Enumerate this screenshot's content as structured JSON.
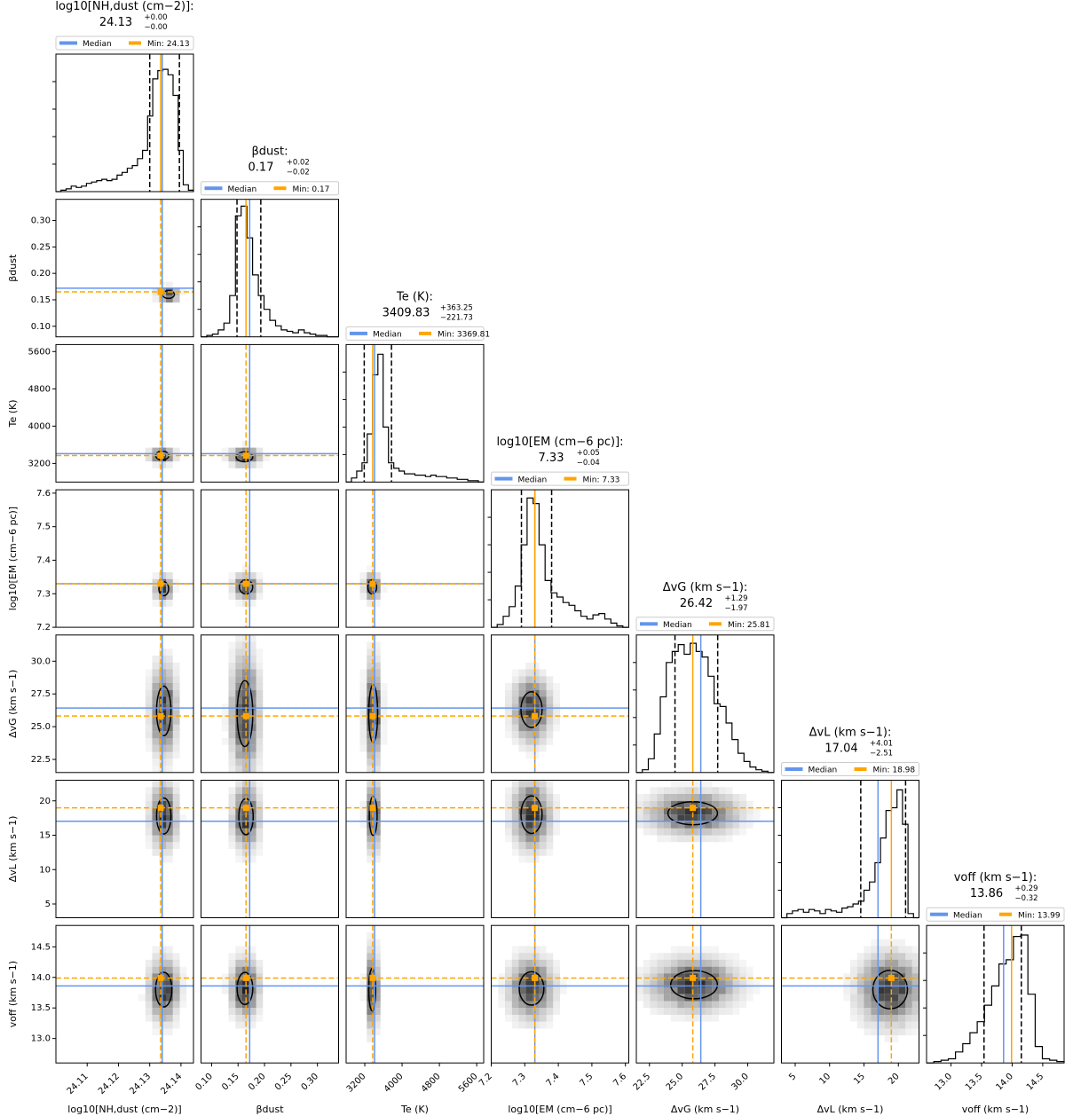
{
  "chart_data": {
    "type": "corner",
    "colors": {
      "median": "#6495ED",
      "min": "#FFA500",
      "quantile": "#000000",
      "contour": "#000000",
      "hist2d": "#000000"
    },
    "legend": {
      "median_label": "Median",
      "min_prefix": "Min: "
    },
    "params": [
      {
        "id": "nh",
        "title_label": "log10[NH,dust (cm−2)]:",
        "title_value": "24.13",
        "title_plus": "+0.00",
        "title_minus": "−0.00",
        "axis_label": "log10[NH,dust (cm−2)]",
        "ylabel": "",
        "range": [
          24.1,
          24.144
        ],
        "ticks": [
          24.11,
          24.12,
          24.13,
          24.14
        ],
        "tick_labels": [
          "24.11",
          "24.12",
          "24.13",
          "24.14"
        ],
        "median": 24.134,
        "min": 24.1335,
        "q_lo": 24.13,
        "q_hi": 24.1395,
        "min_label": "24.13",
        "hist": [
          0,
          1,
          2,
          4,
          3,
          4,
          6,
          7,
          8,
          9,
          8,
          9,
          12,
          14,
          17,
          19,
          24,
          30,
          55,
          82,
          88,
          89,
          85,
          70,
          30,
          5,
          1
        ]
      },
      {
        "id": "beta",
        "title_label": "βdust:",
        "title_value": "0.17",
        "title_plus": "+0.02",
        "title_minus": "−0.02",
        "axis_label": "βdust",
        "ylabel": "βdust",
        "range": [
          0.08,
          0.34
        ],
        "ticks": [
          0.1,
          0.15,
          0.2,
          0.25,
          0.3
        ],
        "tick_labels": [
          "0.10",
          "0.15",
          "0.20",
          "0.25",
          "0.30"
        ],
        "median": 0.172,
        "min": 0.165,
        "q_lo": 0.148,
        "q_hi": 0.193,
        "min_label": "0.17",
        "hist": [
          0,
          1,
          2,
          5,
          10,
          30,
          88,
          95,
          72,
          45,
          30,
          20,
          12,
          8,
          5,
          4,
          3,
          5,
          3,
          2,
          1,
          1,
          0,
          0
        ]
      },
      {
        "id": "te",
        "title_label": "Te (K):",
        "title_value": "3409.83",
        "title_plus": "+363.25",
        "title_minus": "−221.73",
        "axis_label": "Te (K)",
        "ylabel": "Te (K)",
        "range": [
          2800,
          5750
        ],
        "ticks": [
          3200,
          4000,
          4800,
          5600
        ],
        "tick_labels": [
          "3200",
          "4000",
          "4800",
          "5600"
        ],
        "median": 3409.8,
        "min": 3369.8,
        "q_lo": 3188,
        "q_hi": 3773,
        "min_label": "3369.81",
        "hist": [
          0,
          3,
          8,
          14,
          35,
          78,
          93,
          40,
          14,
          10,
          8,
          6,
          6,
          5,
          5,
          4,
          5,
          4,
          4,
          3,
          3,
          2,
          2,
          1,
          1,
          0
        ]
      },
      {
        "id": "em",
        "title_label": "log10[EM (cm−6 pc)]:",
        "title_value": "7.33",
        "title_plus": "+0.05",
        "title_minus": "−0.04",
        "axis_label": "log10[EM (cm−6 pc)]",
        "ylabel": "log10[EM (cm−6 pc)]",
        "range": [
          7.2,
          7.61
        ],
        "ticks": [
          7.2,
          7.3,
          7.4,
          7.5,
          7.6
        ],
        "tick_labels": [
          "7.2",
          "7.3",
          "7.4",
          "7.5",
          "7.6"
        ],
        "median": 7.33,
        "min": 7.33,
        "q_lo": 7.29,
        "q_hi": 7.38,
        "min_label": "7.33",
        "hist": [
          0,
          2,
          8,
          15,
          30,
          60,
          94,
          90,
          60,
          34,
          25,
          22,
          18,
          16,
          12,
          8,
          6,
          9,
          10,
          6,
          3,
          1,
          0
        ]
      },
      {
        "id": "dvg",
        "title_label": "ΔvG (km s−1):",
        "title_value": "26.42",
        "title_plus": "+1.29",
        "title_minus": "−1.97",
        "axis_label": "ΔvG (km s−1)",
        "ylabel": "ΔvG (km s−1)",
        "range": [
          21.5,
          32.0
        ],
        "ticks": [
          22.5,
          25.0,
          27.5,
          30.0
        ],
        "tick_labels": [
          "22.5",
          "25.0",
          "27.5",
          "30.0"
        ],
        "median": 26.42,
        "min": 25.81,
        "q_lo": 24.45,
        "q_hi": 27.71,
        "min_label": "25.81",
        "hist": [
          0,
          2,
          10,
          28,
          55,
          80,
          88,
          93,
          86,
          94,
          88,
          84,
          70,
          50,
          48,
          36,
          24,
          14,
          8,
          4,
          2,
          1,
          0
        ]
      },
      {
        "id": "dvl",
        "title_label": "ΔvL (km s−1):",
        "title_value": "17.04",
        "title_plus": "+4.01",
        "title_minus": "−2.51",
        "axis_label": "ΔvL (km s−1)",
        "ylabel": "ΔvL (km s−1)",
        "range": [
          3.0,
          23.0
        ],
        "ticks": [
          5,
          10,
          15,
          20
        ],
        "tick_labels": [
          "5",
          "10",
          "15",
          "20"
        ],
        "median": 17.04,
        "min": 18.98,
        "q_lo": 14.53,
        "q_hi": 21.05,
        "min_label": "18.98",
        "hist": [
          0,
          3,
          5,
          6,
          4,
          6,
          5,
          3,
          6,
          5,
          4,
          7,
          8,
          10,
          12,
          20,
          26,
          40,
          58,
          78,
          80,
          93,
          68,
          3,
          0
        ]
      },
      {
        "id": "voff",
        "title_label": "voff (km s−1):",
        "title_value": "13.86",
        "title_plus": "+0.29",
        "title_minus": "−0.32",
        "axis_label": "voff (km s−1)",
        "ylabel": "voff (km s−1)",
        "range": [
          12.6,
          14.85
        ],
        "ticks": [
          13.0,
          13.5,
          14.0,
          14.5
        ],
        "tick_labels": [
          "13.0",
          "13.5",
          "14.0",
          "14.5"
        ],
        "extra_yticks": [
          13.0,
          13.5,
          14.0,
          14.5
        ],
        "median": 13.86,
        "min": 13.99,
        "q_lo": 13.54,
        "q_hi": 14.15,
        "min_label": "13.99",
        "hist": [
          0,
          1,
          2,
          3,
          8,
          14,
          22,
          30,
          42,
          56,
          72,
          75,
          92,
          93,
          50,
          12,
          3,
          2,
          1
        ]
      }
    ],
    "contours": [
      {
        "row": 1,
        "col": 0,
        "center": [
          24.136,
          0.16
        ],
        "radii": [
          0.0018,
          0.007
        ]
      },
      {
        "row": 2,
        "col": 0,
        "center": [
          24.134,
          3370
        ],
        "radii": [
          0.002,
          90
        ]
      },
      {
        "row": 2,
        "col": 1,
        "center": [
          0.162,
          3340
        ],
        "radii": [
          0.015,
          100
        ]
      },
      {
        "row": 3,
        "col": 0,
        "center": [
          24.1345,
          7.315
        ],
        "radii": [
          0.0015,
          0.02
        ]
      },
      {
        "row": 3,
        "col": 1,
        "center": [
          0.165,
          7.32
        ],
        "radii": [
          0.012,
          0.02
        ]
      },
      {
        "row": 3,
        "col": 2,
        "center": [
          3360,
          7.32
        ],
        "radii": [
          90,
          0.02
        ]
      },
      {
        "row": 4,
        "col": 0,
        "center": [
          24.1345,
          26.2
        ],
        "radii": [
          0.0022,
          1.8
        ]
      },
      {
        "row": 4,
        "col": 1,
        "center": [
          0.163,
          26.0
        ],
        "radii": [
          0.014,
          2.4
        ]
      },
      {
        "row": 4,
        "col": 2,
        "center": [
          3380,
          26.0
        ],
        "radii": [
          90,
          2.1
        ]
      },
      {
        "row": 4,
        "col": 3,
        "center": [
          7.32,
          26.3
        ],
        "radii": [
          0.03,
          1.3
        ]
      },
      {
        "row": 5,
        "col": 0,
        "center": [
          24.1345,
          17.8
        ],
        "radii": [
          0.0022,
          2.5
        ]
      },
      {
        "row": 5,
        "col": 1,
        "center": [
          0.165,
          17.7
        ],
        "radii": [
          0.013,
          2.5
        ]
      },
      {
        "row": 5,
        "col": 2,
        "center": [
          3380,
          17.8
        ],
        "radii": [
          80,
          2.7
        ]
      },
      {
        "row": 5,
        "col": 3,
        "center": [
          7.32,
          18.0
        ],
        "radii": [
          0.03,
          2.6
        ]
      },
      {
        "row": 5,
        "col": 4,
        "center": [
          25.8,
          18.2
        ],
        "radii": [
          1.8,
          1.6
        ]
      },
      {
        "row": 6,
        "col": 0,
        "center": [
          24.1345,
          13.8
        ],
        "radii": [
          0.0025,
          0.27
        ]
      },
      {
        "row": 6,
        "col": 1,
        "center": [
          0.163,
          13.82
        ],
        "radii": [
          0.014,
          0.25
        ]
      },
      {
        "row": 6,
        "col": 2,
        "center": [
          3360,
          13.8
        ],
        "radii": [
          70,
          0.33
        ]
      },
      {
        "row": 6,
        "col": 3,
        "center": [
          7.32,
          13.82
        ],
        "radii": [
          0.035,
          0.26
        ]
      },
      {
        "row": 6,
        "col": 4,
        "center": [
          25.9,
          13.88
        ],
        "radii": [
          1.7,
          0.22
        ]
      },
      {
        "row": 6,
        "col": 5,
        "center": [
          18.8,
          13.8
        ],
        "radii": [
          2.4,
          0.3
        ]
      }
    ]
  }
}
